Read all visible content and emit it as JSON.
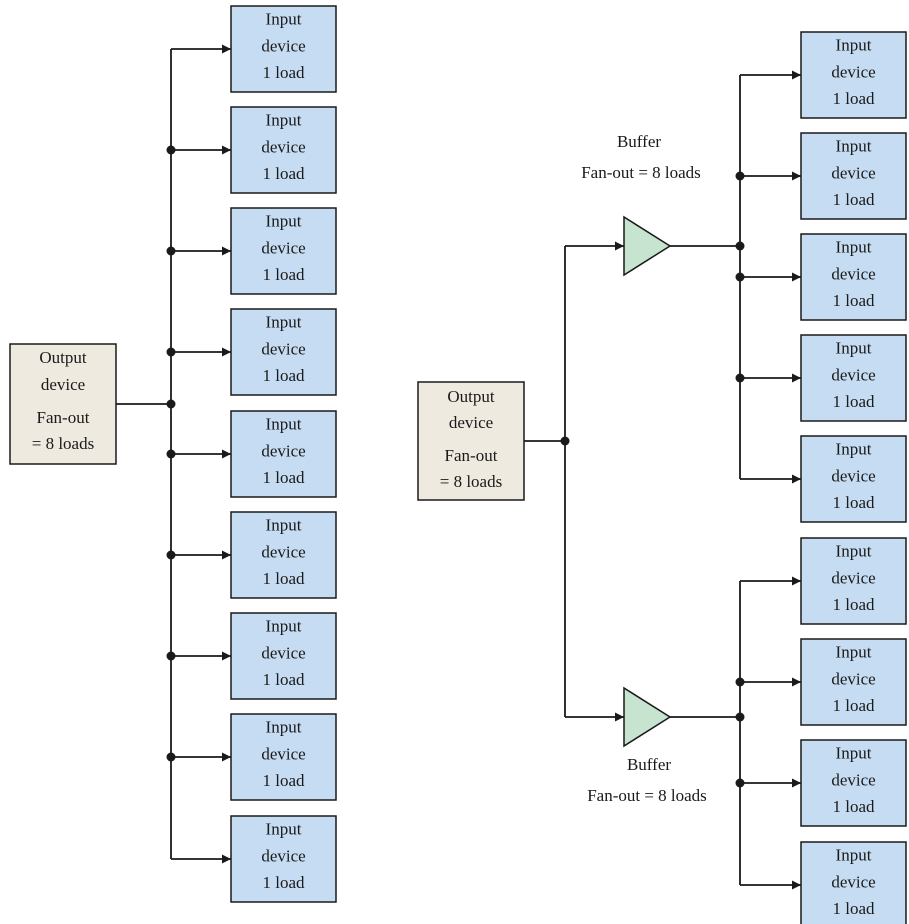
{
  "colors": {
    "input_fill": "#c6dcf2",
    "output_fill": "#efeae0",
    "buffer_fill": "#c6e4cf",
    "line": "#1a1a1a"
  },
  "input_device": {
    "line1": "Input",
    "line2": "device",
    "line3": "1 load"
  },
  "left": {
    "output": {
      "line1": "Output",
      "line2": "device",
      "line3": "Fan-out",
      "line4": "= 8 loads"
    }
  },
  "right": {
    "output": {
      "line1": "Output",
      "line2": "device",
      "line3": "Fan-out",
      "line4": "= 8 loads"
    },
    "buffer_top": {
      "label": "Buffer",
      "fanout": "Fan-out = 8 loads"
    },
    "buffer_bottom": {
      "label": "Buffer",
      "fanout": "Fan-out = 8 loads"
    }
  }
}
